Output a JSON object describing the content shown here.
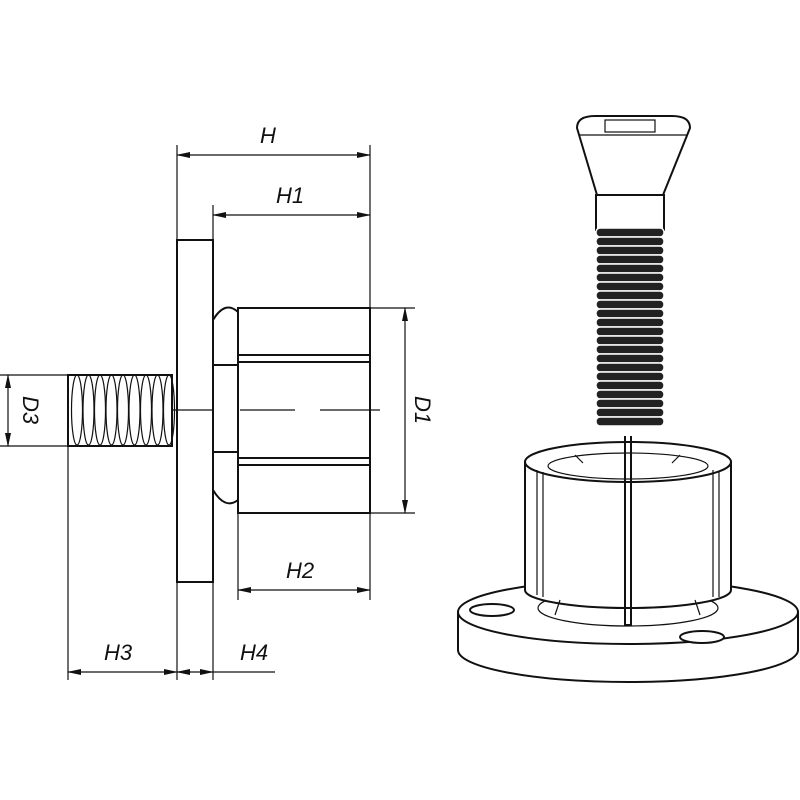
{
  "dimensions": {
    "H": "H",
    "H1": "H1",
    "H2": "H2",
    "H3": "H3",
    "H4": "H4",
    "D1": "D1",
    "D3": "D3"
  },
  "colors": {
    "line": "#111111",
    "background": "#ffffff"
  }
}
